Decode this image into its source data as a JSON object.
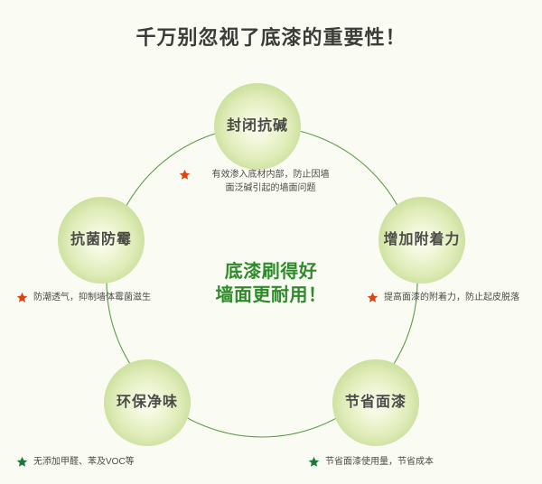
{
  "page": {
    "title": "千万别忽视了底漆的重要性！",
    "background_color": "#fafcf3",
    "ring_color": "#5d9a46",
    "node_edge_color": "#b8d287",
    "center_text_color": "#2f8a2b",
    "star_red": "#e0420f",
    "star_green": "#1b7a38"
  },
  "center": {
    "line1": "底漆刷得好",
    "line2": "墙面更耐用！"
  },
  "nodes": [
    {
      "id": "top",
      "label": "封闭抗碱",
      "caption": "有效渗入底材内部，防止因墙\n面泛碱引起的墙面问题",
      "star": "star-icon-red",
      "star_color": "#e0420f"
    },
    {
      "id": "right",
      "label": "增加附着力",
      "caption": "提高面漆的附着力，防止起皮脱落",
      "star": "star-icon-red",
      "star_color": "#e0420f"
    },
    {
      "id": "bottom-right",
      "label": "节省面漆",
      "caption": "节省面漆使用量，节省成本",
      "star": "star-icon-green",
      "star_color": "#1b7a38"
    },
    {
      "id": "bottom-left",
      "label": "环保净味",
      "caption": "无添加甲醛、苯及VOC等",
      "star": "star-icon-green",
      "star_color": "#1b7a38"
    },
    {
      "id": "left",
      "label": "抗菌防霉",
      "caption": "防潮透气，抑制墙体霉菌滋生",
      "star": "star-icon-red",
      "star_color": "#e0420f"
    }
  ]
}
